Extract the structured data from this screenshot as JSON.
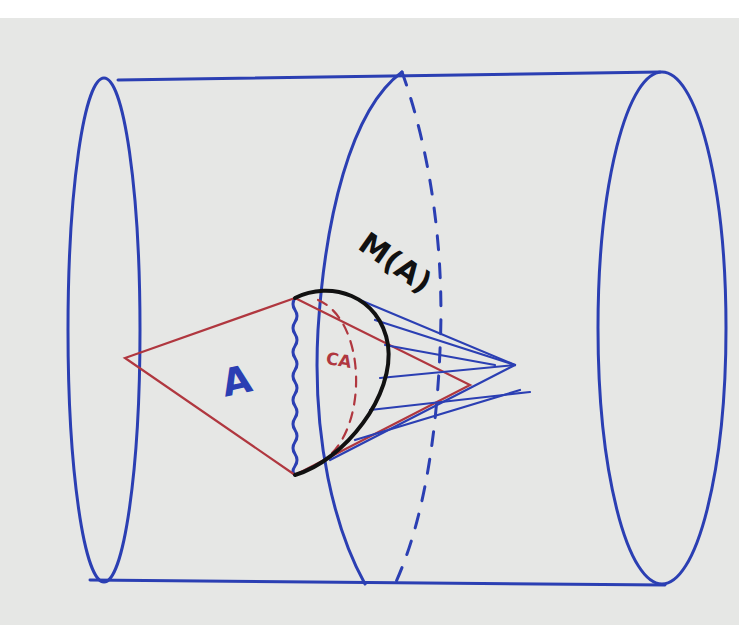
{
  "diagram": {
    "labels": [
      "A",
      "M(A)",
      "CA"
    ]
  }
}
